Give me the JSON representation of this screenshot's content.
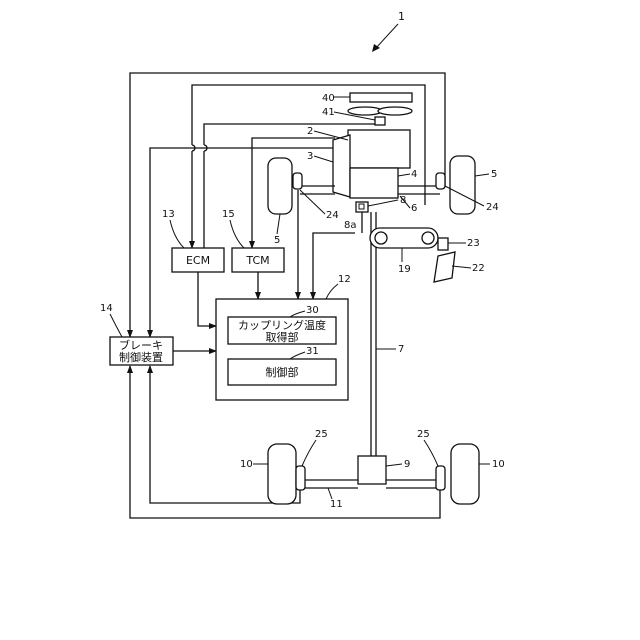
{
  "figure_number": "1",
  "blocks": {
    "ecm": "ECM",
    "tcm": "TCM",
    "brake_line1": "ブレーキ",
    "brake_line2": "制御装置",
    "coupling_line1": "カップリング温度",
    "coupling_line2": "取得部",
    "control": "制御部"
  },
  "refs": {
    "r2": "2",
    "r3": "3",
    "r4": "4",
    "r5a": "5",
    "r5b": "5",
    "r6": "6",
    "r7": "7",
    "r8": "8",
    "r8a": "8a",
    "r9": "9",
    "r10a": "10",
    "r10b": "10",
    "r11": "11",
    "r12": "12",
    "r13": "13",
    "r14": "14",
    "r15": "15",
    "r19": "19",
    "r22": "22",
    "r23": "23",
    "r24a": "24",
    "r24b": "24",
    "r25a": "25",
    "r25b": "25",
    "r30": "30",
    "r31": "31",
    "r40": "40",
    "r41": "41"
  }
}
